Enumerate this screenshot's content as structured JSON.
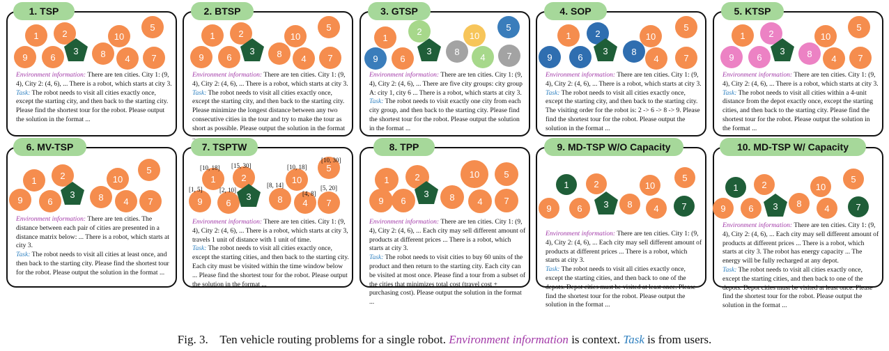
{
  "colors": {
    "city": "#f58d4e",
    "depot": "#1f5e38",
    "panel_tag": "#a6d89a",
    "env_label": "#a23aa8",
    "task_label": "#2d7fbf"
  },
  "labels": {
    "env": "Environment information:",
    "task": "Task:"
  },
  "panels": [
    {
      "title": "1. TSP",
      "env": " There are ten cities. City 1: (9, 4), City 2: (4, 6), ... There is a robot, which starts at city 3.",
      "task": " The robot needs to visit all cities exactly once, except the starting city, and then back to the starting city. Please find the shortest tour for the robot. Please output the solution in the format ...",
      "cities": [
        {
          "label": "1",
          "color": "#f58d4e"
        },
        {
          "label": "2",
          "color": "#f58d4e"
        },
        {
          "label": "10",
          "color": "#f58d4e"
        },
        {
          "label": "5",
          "color": "#f58d4e"
        },
        {
          "label": "9",
          "color": "#f58d4e"
        },
        {
          "label": "6",
          "color": "#f58d4e"
        },
        {
          "label": "8",
          "color": "#f58d4e"
        },
        {
          "label": "4",
          "color": "#f58d4e"
        },
        {
          "label": "7",
          "color": "#f58d4e"
        }
      ],
      "depots": [
        {
          "label": "3"
        }
      ]
    },
    {
      "title": "2. BTSP",
      "env": " There are ten cities. City 1: (9, 4), City 2: (4, 6), ... There is a robot, which starts at city 3.",
      "task": " The robot needs to visit all cities exactly once, except the starting city, and then back to the starting city. Please minimize the longest distance between any two consecutive cities in the tour and try to make the tour as short as possible. Please output the solution in the format ...",
      "cities": [
        {
          "label": "1",
          "color": "#f58d4e"
        },
        {
          "label": "2",
          "color": "#f58d4e"
        },
        {
          "label": "10",
          "color": "#f58d4e"
        },
        {
          "label": "5",
          "color": "#f58d4e"
        },
        {
          "label": "9",
          "color": "#f58d4e"
        },
        {
          "label": "6",
          "color": "#f58d4e"
        },
        {
          "label": "8",
          "color": "#f58d4e"
        },
        {
          "label": "4",
          "color": "#f58d4e"
        },
        {
          "label": "7",
          "color": "#f58d4e"
        }
      ],
      "depots": [
        {
          "label": "3"
        }
      ]
    },
    {
      "title": "3. GTSP",
      "env": " There are ten cities. City 1: (9, 4), City 2: (4, 6), ... There are five city groups: city group A: city 1, city 6 ... There is a robot, which starts at city 3.",
      "task": " The robot needs to visit exactly one city from each city group, and then back to the starting city. Please find the shortest tour for the robot. Please output the solution in the format ...",
      "cities": [
        {
          "label": "1",
          "color": "#f58d4e"
        },
        {
          "label": "2",
          "color": "#a7d88b"
        },
        {
          "label": "10",
          "color": "#f7c55a"
        },
        {
          "label": "5",
          "color": "#3a7dbb"
        },
        {
          "label": "9",
          "color": "#3a7dbb"
        },
        {
          "label": "6",
          "color": "#f58d4e"
        },
        {
          "label": "8",
          "color": "#a3a3a3"
        },
        {
          "label": "4",
          "color": "#a7d88b"
        },
        {
          "label": "7",
          "color": "#a3a3a3"
        }
      ],
      "depots": [
        {
          "label": "3"
        }
      ]
    },
    {
      "title": "4. SOP",
      "env": " There are ten cities. City 1: (9, 4), City 2: (4, 6), ... There is a robot, which starts at city 3.",
      "task": " The robot needs to visit all cities exactly once, except the starting city, and then back to the starting city. The visiting order for the robot is: 2 -> 6 -> 8 -> 9. Please find the shortest tour for the robot. Please output the solution in the format ...",
      "cities": [
        {
          "label": "1",
          "color": "#f58d4e"
        },
        {
          "label": "2",
          "color": "#2f6eb0"
        },
        {
          "label": "10",
          "color": "#f58d4e"
        },
        {
          "label": "5",
          "color": "#f58d4e"
        },
        {
          "label": "9",
          "color": "#2f6eb0"
        },
        {
          "label": "6",
          "color": "#2f6eb0"
        },
        {
          "label": "8",
          "color": "#2f6eb0"
        },
        {
          "label": "4",
          "color": "#f58d4e"
        },
        {
          "label": "7",
          "color": "#f58d4e"
        }
      ],
      "depots": [
        {
          "label": "3"
        }
      ]
    },
    {
      "title": "5. KTSP",
      "env": " There are ten cities. City 1: (9, 4), City 2: (4, 6), ... There is a robot, which starts at city 3.",
      "task": " The robot needs to visit all cities within a 4-unit distance from the depot exactly once, except the starting cities, and then back to the starting city. Please find the shortest tour for the robot. Please output the solution in the format ...",
      "cities": [
        {
          "label": "1",
          "color": "#f58d4e"
        },
        {
          "label": "2",
          "color": "#ec82c4"
        },
        {
          "label": "10",
          "color": "#f58d4e"
        },
        {
          "label": "5",
          "color": "#f58d4e"
        },
        {
          "label": "9",
          "color": "#ec82c4"
        },
        {
          "label": "6",
          "color": "#ec82c4"
        },
        {
          "label": "8",
          "color": "#ec82c4"
        },
        {
          "label": "4",
          "color": "#f58d4e"
        },
        {
          "label": "7",
          "color": "#f58d4e"
        }
      ],
      "depots": [
        {
          "label": "3"
        }
      ]
    },
    {
      "title": "6. MV-TSP",
      "env": " There are ten cities. The distance between each pair of cities are presented in a distance matrix below: ... There is a robot, which starts at city 3.",
      "task": " The robot needs to visit all cities at least once, and then back to the starting city. Please find the shortest tour for the robot. Please output the solution in the format ...",
      "cities": [
        {
          "label": "1",
          "color": "#f58d4e"
        },
        {
          "label": "2",
          "color": "#f58d4e"
        },
        {
          "label": "10",
          "color": "#f58d4e"
        },
        {
          "label": "5",
          "color": "#f58d4e"
        },
        {
          "label": "9",
          "color": "#f58d4e"
        },
        {
          "label": "6",
          "color": "#f58d4e"
        },
        {
          "label": "8",
          "color": "#f58d4e"
        },
        {
          "label": "4",
          "color": "#f58d4e"
        },
        {
          "label": "7",
          "color": "#f58d4e"
        }
      ],
      "depots": [
        {
          "label": "3"
        }
      ]
    },
    {
      "title": "7. TSPTW",
      "env": " There are ten cities. City 1: (9, 4), City 2: (4, 6), ... There is a robot, which starts at city 3, travels 1 unit of distance with 1 unit of time.",
      "task": " The robot needs to visit all cities exactly once, except the starting cities, and then back to the starting city. Each city must be visited within the time window below ... Please find the shortest tour for the robot. Please output the solution in the format ...",
      "cities": [
        {
          "label": "1",
          "color": "#f58d4e"
        },
        {
          "label": "2",
          "color": "#f58d4e"
        },
        {
          "label": "10",
          "color": "#f58d4e"
        },
        {
          "label": "5",
          "color": "#f58d4e"
        },
        {
          "label": "9",
          "color": "#f58d4e"
        },
        {
          "label": "6",
          "color": "#f58d4e"
        },
        {
          "label": "8",
          "color": "#f58d4e"
        },
        {
          "label": "4",
          "color": "#f58d4e"
        },
        {
          "label": "7",
          "color": "#f58d4e"
        }
      ],
      "depots": [
        {
          "label": "3"
        }
      ],
      "windows": [
        "[10, 18]",
        "[15, 30]",
        "[10, 18]",
        "[10, 30]",
        "[1, 5]",
        "[2, 10]",
        "[8, 14]",
        "[5, 20]",
        "[4, 8]"
      ]
    },
    {
      "title": "8. TPP",
      "env": " There are ten cities. City 1: (9, 4), City 2: (4, 6), ... Each city may sell different amount of products at different prices ... There is a robot, which starts at city 3.",
      "task": " The robot needs to visit cities to buy 60 units of the product and then return to the starting city. Each city can be visited at most once. Please find a tour from a subset of the cities that minimizes total cost (travel cost + purchasing cost). Please output the solution in the format ...",
      "cities": [
        {
          "label": "1",
          "color": "#f58d4e"
        },
        {
          "label": "2",
          "color": "#f58d4e"
        },
        {
          "label": "10",
          "color": "#f58d4e"
        },
        {
          "label": "5",
          "color": "#f58d4e"
        },
        {
          "label": "9",
          "color": "#f58d4e"
        },
        {
          "label": "6",
          "color": "#f58d4e"
        },
        {
          "label": "8",
          "color": "#f58d4e"
        },
        {
          "label": "4",
          "color": "#f58d4e"
        },
        {
          "label": "7",
          "color": "#f58d4e"
        }
      ],
      "depots": [
        {
          "label": "3"
        }
      ]
    },
    {
      "title": "9. MD-TSP W/O Capacity",
      "env": " There are ten cities. City 1: (9, 4), City 2: (4, 6), ... Each city may sell different amount of products at different prices ... There is a robot, which starts at city 3.",
      "task": " The robot needs to visit all cities exactly once, except the starting cities, and then back to one of the depots. Depot cities must be visited at least once. Please find the shortest tour for the robot. Please output the solution in the format ...",
      "cities": [
        {
          "label": "2",
          "color": "#f58d4e"
        },
        {
          "label": "10",
          "color": "#f58d4e"
        },
        {
          "label": "5",
          "color": "#f58d4e"
        },
        {
          "label": "9",
          "color": "#f58d4e"
        },
        {
          "label": "6",
          "color": "#f58d4e"
        },
        {
          "label": "8",
          "color": "#f58d4e"
        },
        {
          "label": "4",
          "color": "#f58d4e"
        }
      ],
      "depots": [
        {
          "label": "1"
        },
        {
          "label": "3"
        },
        {
          "label": "7"
        }
      ]
    },
    {
      "title": "10. MD-TSP W/ Capacity",
      "env": " There are ten cities. City 1: (9, 4), City 2: (4, 6), ... Each city may sell different amount of products at different prices ... There is a robot, which starts at city 3. The robot has energy capacity ... The energy will be fully recharged at any depot.",
      "task": " The robot needs to visit all cities exactly once, except the starting cities, and then back to one of the depots. Depot cities must be visited at least once. Please find the shortest tour for the robot. Please output the solution in the format ...",
      "cities": [
        {
          "label": "2",
          "color": "#f58d4e"
        },
        {
          "label": "10",
          "color": "#f58d4e"
        },
        {
          "label": "5",
          "color": "#f58d4e"
        },
        {
          "label": "9",
          "color": "#f58d4e"
        },
        {
          "label": "6",
          "color": "#f58d4e"
        },
        {
          "label": "8",
          "color": "#f58d4e"
        },
        {
          "label": "4",
          "color": "#f58d4e"
        }
      ],
      "depots": [
        {
          "label": "1"
        },
        {
          "label": "3"
        },
        {
          "label": "7"
        }
      ]
    }
  ],
  "caption": {
    "prefix": "Fig. 3.",
    "text1": "Ten vehicle routing problems for a single robot. ",
    "env_term": "Environment information",
    "text2": " is context. ",
    "task_term": "Task",
    "text3": " is from users."
  }
}
